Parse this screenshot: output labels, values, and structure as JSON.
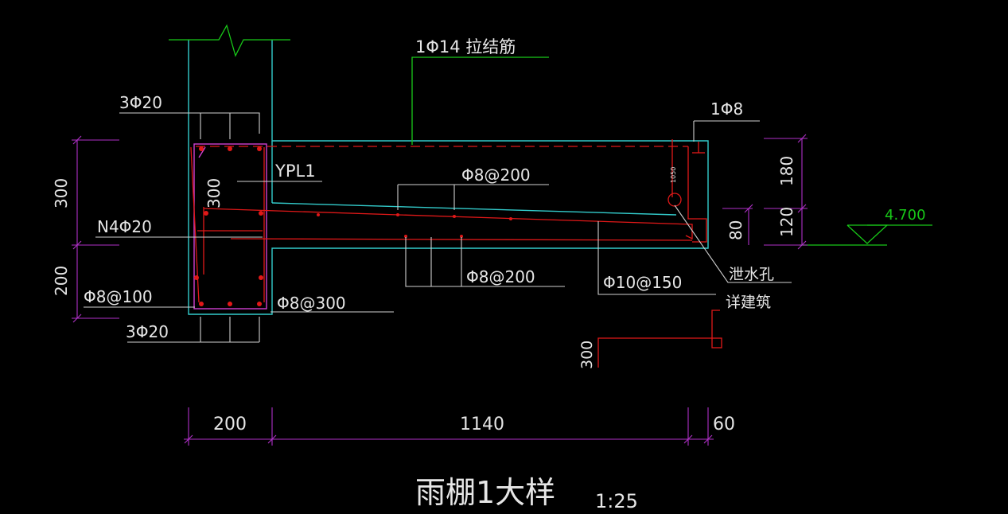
{
  "labels": {
    "tie_bar": "1Φ14 拉结筋",
    "top_bars": "3Φ20",
    "beam_name": "YPL1",
    "slab_top_bars": "Φ8@200",
    "corner_bar": "1Φ8",
    "waist_bars": "N4Φ20",
    "stirrup_100": "Φ8@100",
    "stirrup_300": "Φ8@300",
    "bottom_bars": "3Φ20",
    "slab_bottom_bars": "Φ8@200",
    "slab_main_bars": "Φ10@150",
    "drain_hole": "泄水孔",
    "see_arch": "详建筑",
    "elevation": "4.700",
    "title": "雨棚1大样",
    "scale": "1:25"
  },
  "dims": {
    "left_300": "300",
    "left_200": "200",
    "beam_300": "300",
    "right_180": "180",
    "right_120": "120",
    "right_80": "80",
    "hook_300": "300",
    "small_1050": "1050",
    "bottom_200": "200",
    "bottom_1140": "1140",
    "bottom_60": "60"
  },
  "colors": {
    "concrete": "#33cccc",
    "rebar": "#e01818",
    "dimension": "#b030c8",
    "leader": "#cfcfcf",
    "elevation": "#18c818",
    "background": "#000000"
  }
}
